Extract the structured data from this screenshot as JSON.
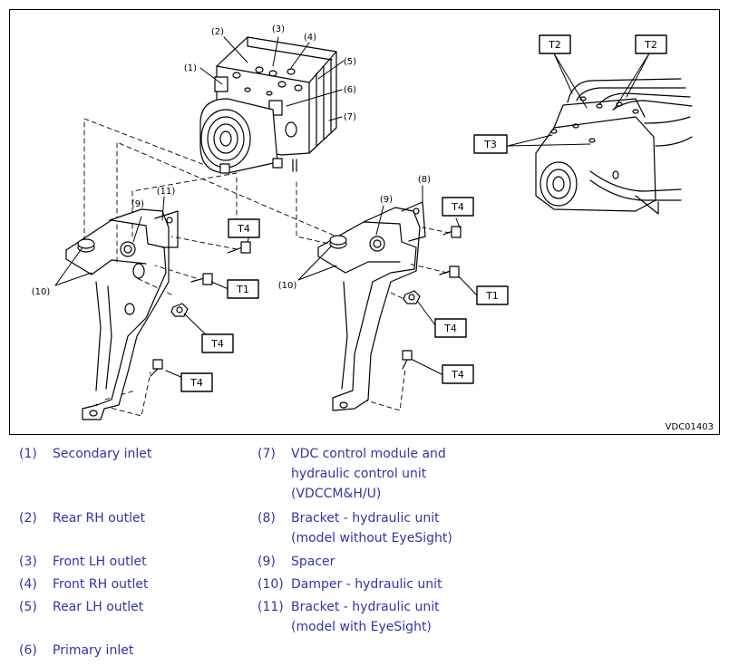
{
  "figure": {
    "code": "VDC01403",
    "callouts": {
      "c1": "(1)",
      "c2": "(2)",
      "c3": "(3)",
      "c4": "(4)",
      "c5": "(5)",
      "c6": "(6)",
      "c7": "(7)",
      "c8": "(8)",
      "c9a": "(9)",
      "c9b": "(9)",
      "c10a": "(10)",
      "c10b": "(10)",
      "c11": "(11)"
    },
    "torque_tags": {
      "t2a": "T2",
      "t2b": "T2",
      "t3": "T3",
      "t4a": "T4",
      "t1a": "T1",
      "t4b": "T4",
      "t4c": "T4",
      "t4d": "T4",
      "t1b": "T1",
      "t4e": "T4",
      "t4f": "T4"
    }
  },
  "legend": [
    {
      "num": "(1)",
      "text": [
        "Secondary inlet"
      ]
    },
    {
      "num": "(2)",
      "text": [
        "Rear RH outlet"
      ]
    },
    {
      "num": "(3)",
      "text": [
        "Front LH outlet"
      ]
    },
    {
      "num": "(4)",
      "text": [
        "Front RH outlet"
      ]
    },
    {
      "num": "(5)",
      "text": [
        "Rear LH outlet"
      ]
    },
    {
      "num": "(6)",
      "text": [
        "Primary inlet"
      ]
    },
    {
      "num": "(7)",
      "text": [
        "VDC control module and",
        "hydraulic control unit",
        "(VDCCM&H/U)"
      ]
    },
    {
      "num": "(8)",
      "text": [
        "Bracket - hydraulic unit",
        "(model without EyeSight)"
      ]
    },
    {
      "num": "(9)",
      "text": [
        "Spacer"
      ]
    },
    {
      "num": "(10)",
      "text": [
        "Damper - hydraulic unit"
      ]
    },
    {
      "num": "(11)",
      "text": [
        "Bracket - hydraulic unit",
        "(model with EyeSight)"
      ]
    }
  ]
}
